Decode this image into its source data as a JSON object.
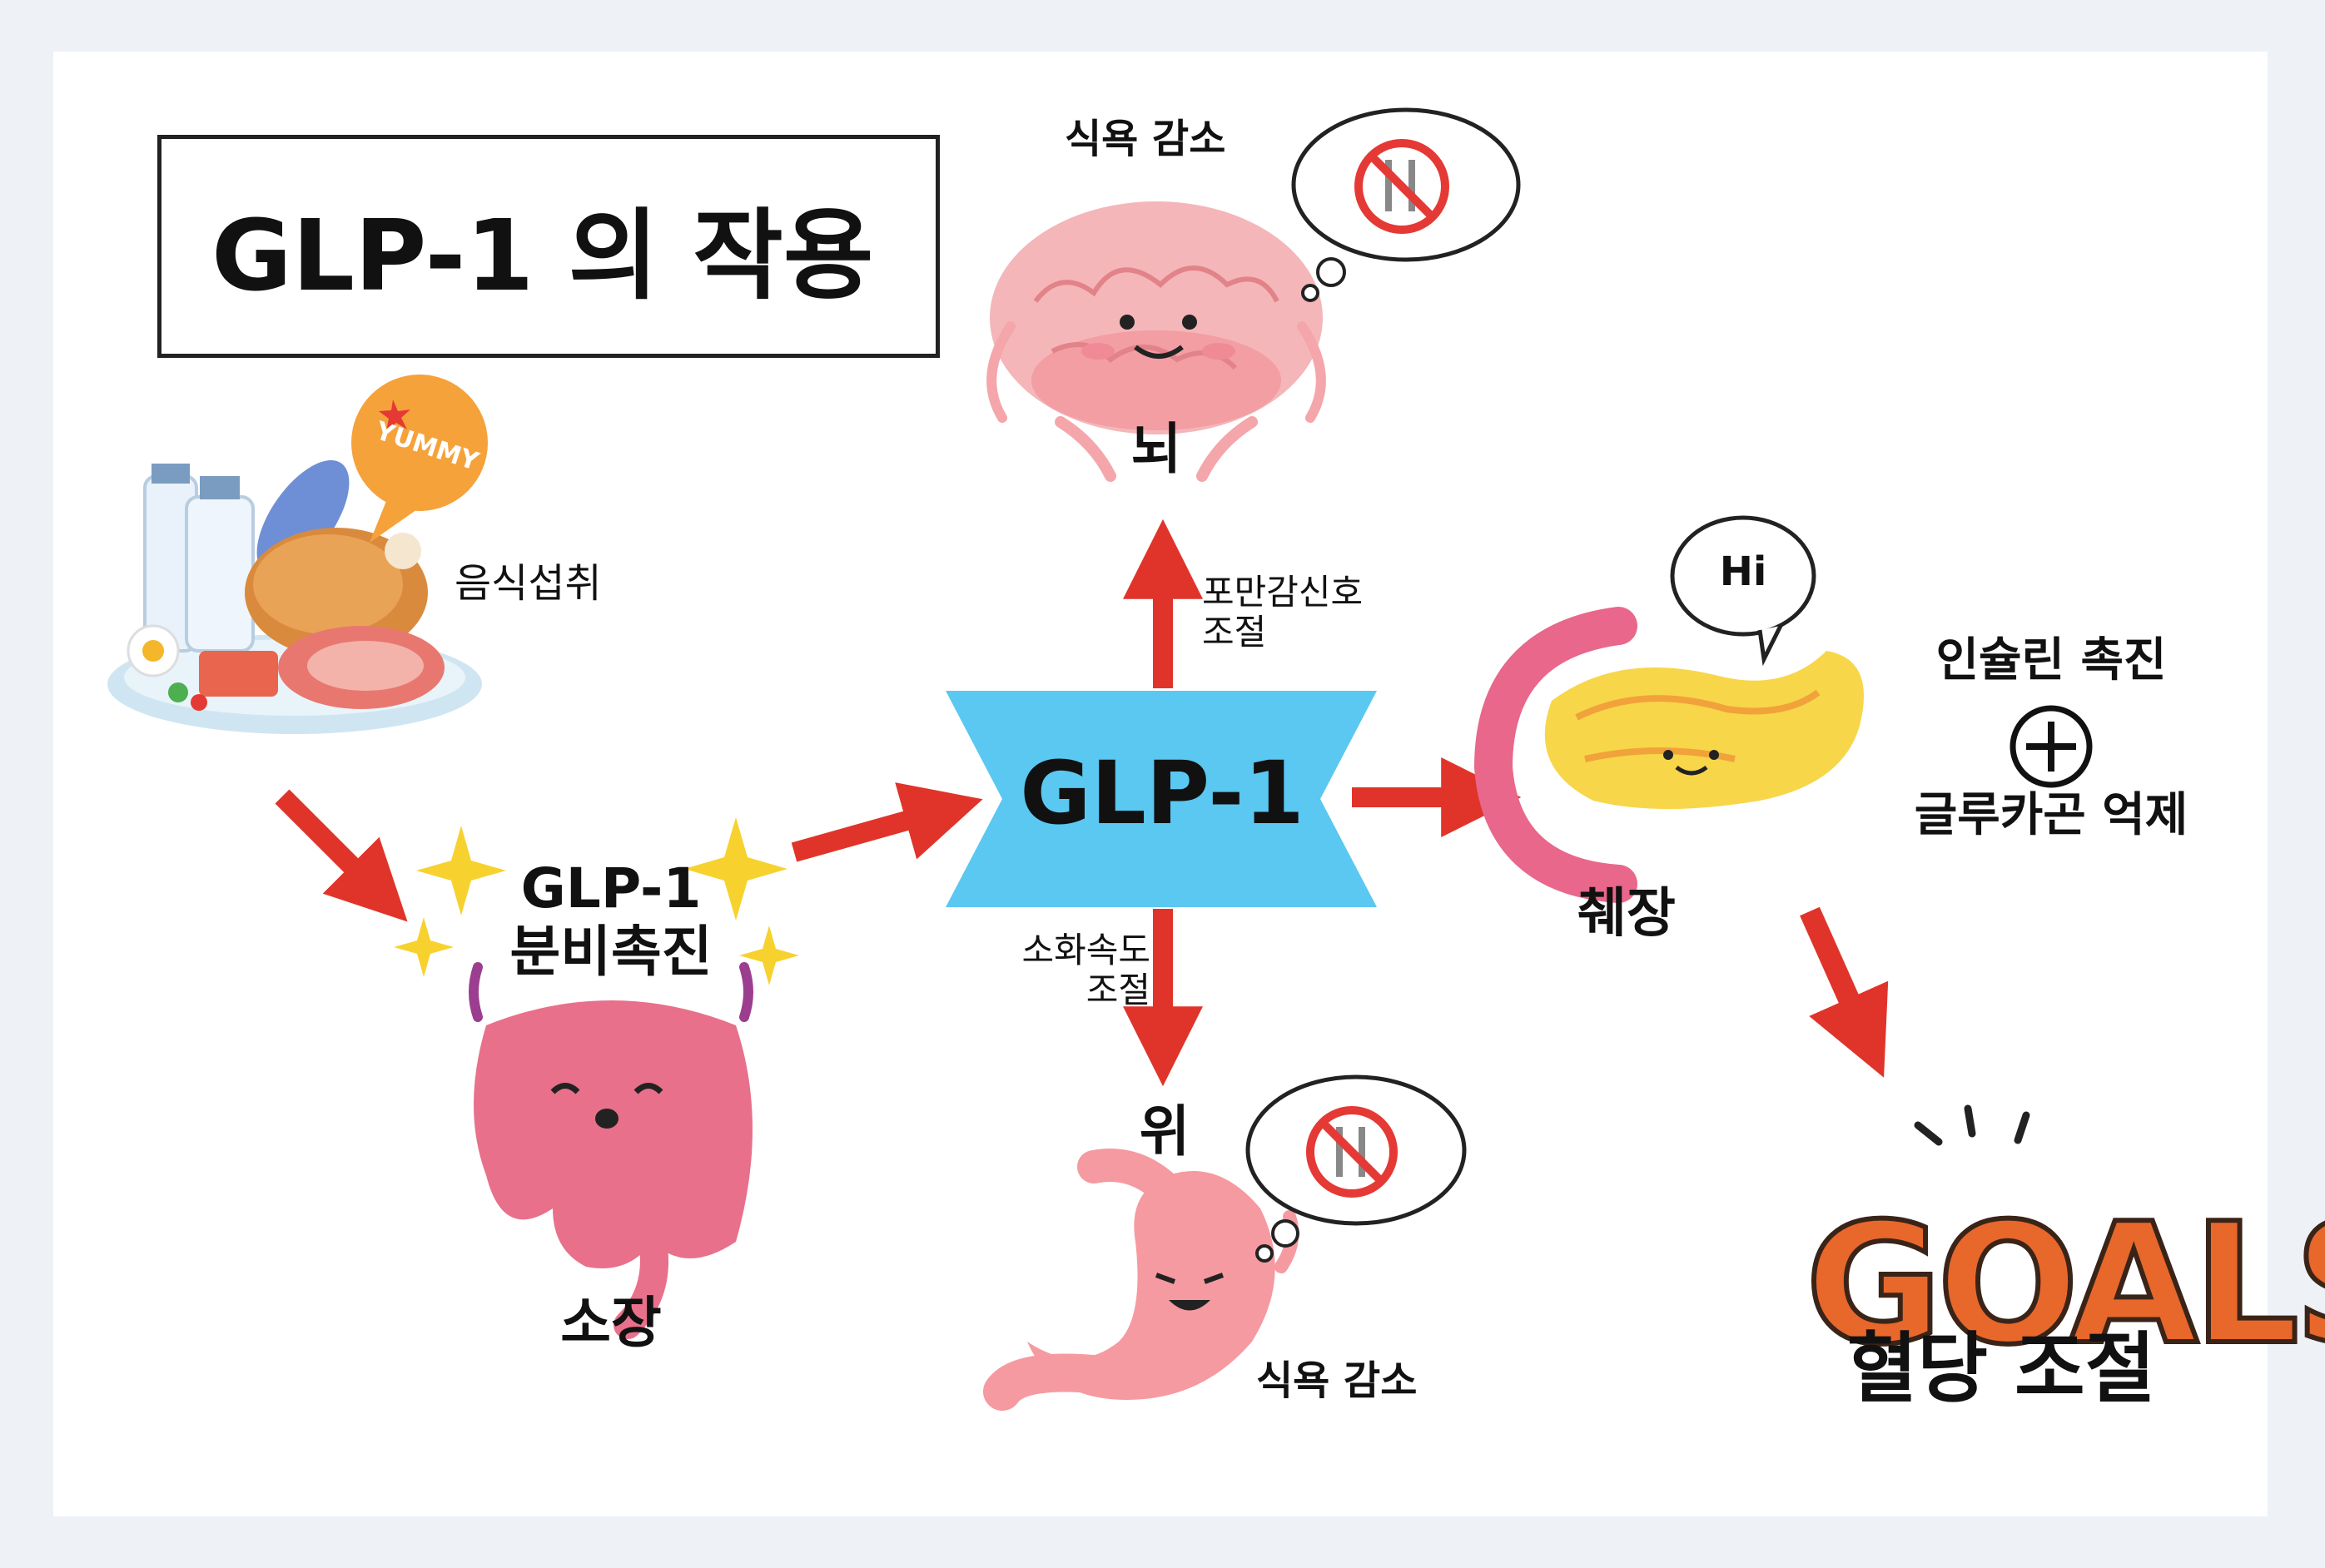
{
  "title": "GLP-1 의 작용",
  "center": "GLP-1",
  "food": {
    "label": "음식섭취",
    "bubble": "YUMMY"
  },
  "intestine": {
    "secretion_line1": "GLP-1",
    "secretion_line2": "분비촉진",
    "label": "소장"
  },
  "brain": {
    "label": "뇌",
    "effect": "식욕 감소",
    "arrow_line1": "포만감신호",
    "arrow_line2": "조절"
  },
  "stomach": {
    "label": "위",
    "effect": "식욕 감소",
    "arrow_line1": "소화속도",
    "arrow_line2": "조절"
  },
  "pancreas": {
    "label": "췌장",
    "bubble": "Hi",
    "effect_line1": "인슐린 촉진",
    "effect_line2": "글루카곤 억제"
  },
  "goal": {
    "badge": "GOALS",
    "label": "혈당 조절"
  },
  "colors": {
    "arrow": "#e0342a",
    "center_shape": "#5ac8f0",
    "brain": "#f4b6b9",
    "intestine": "#e8708a",
    "stomach": "#f59aa0",
    "pancreas": "#f7d64a",
    "goals": "#e8672b"
  },
  "icons": [
    "no-food-icon",
    "sparkle-icon",
    "plus-circle-icon"
  ]
}
